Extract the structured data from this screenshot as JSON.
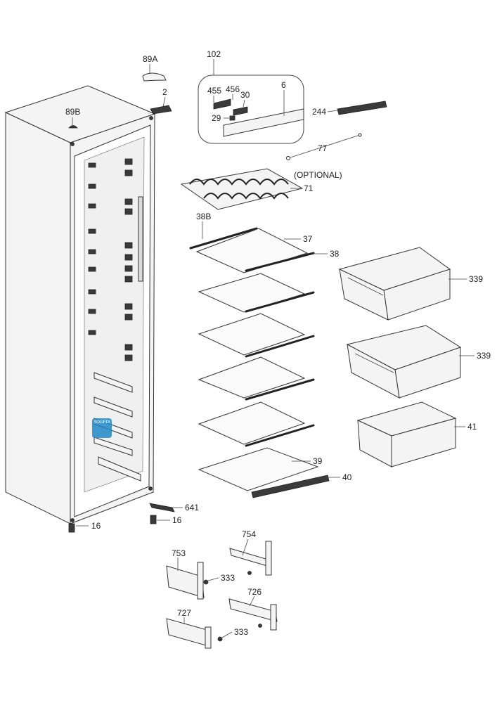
{
  "diagram": {
    "optional_note": "(OPTIONAL)",
    "logo_text": "SOGEDI",
    "colors": {
      "line": "#444444",
      "accent_logo": "#1e88c8"
    },
    "callouts": [
      {
        "id": "c-89a",
        "text": "89A"
      },
      {
        "id": "c-2",
        "text": "2"
      },
      {
        "id": "c-89b",
        "text": "89B"
      },
      {
        "id": "c-102",
        "text": "102"
      },
      {
        "id": "c-455",
        "text": "455"
      },
      {
        "id": "c-456",
        "text": "456"
      },
      {
        "id": "c-30",
        "text": "30"
      },
      {
        "id": "c-6",
        "text": "6"
      },
      {
        "id": "c-29",
        "text": "29"
      },
      {
        "id": "c-244",
        "text": "244"
      },
      {
        "id": "c-77",
        "text": "77"
      },
      {
        "id": "c-71",
        "text": "71"
      },
      {
        "id": "c-38b",
        "text": "38B"
      },
      {
        "id": "c-37",
        "text": "37"
      },
      {
        "id": "c-38",
        "text": "38"
      },
      {
        "id": "c-339a",
        "text": "339"
      },
      {
        "id": "c-339b",
        "text": "339"
      },
      {
        "id": "c-41",
        "text": "41"
      },
      {
        "id": "c-39",
        "text": "39"
      },
      {
        "id": "c-40",
        "text": "40"
      },
      {
        "id": "c-641",
        "text": "641"
      },
      {
        "id": "c-16a",
        "text": "16"
      },
      {
        "id": "c-16b",
        "text": "16"
      },
      {
        "id": "c-754",
        "text": "754"
      },
      {
        "id": "c-753",
        "text": "753"
      },
      {
        "id": "c-333a",
        "text": "333"
      },
      {
        "id": "c-726",
        "text": "726"
      },
      {
        "id": "c-727",
        "text": "727"
      },
      {
        "id": "c-333b",
        "text": "333"
      }
    ]
  }
}
